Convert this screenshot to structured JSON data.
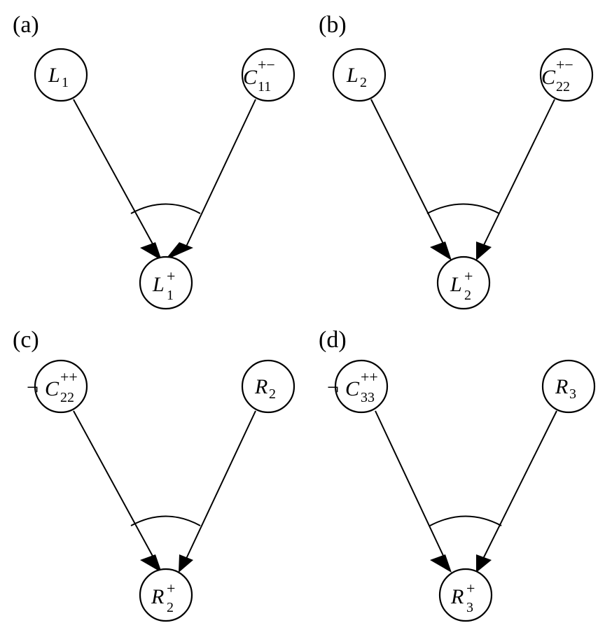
{
  "panels": [
    {
      "label": "(a)",
      "nodes": [
        {
          "role": "left",
          "negation": "",
          "main": "L",
          "sup": "",
          "sub": "1"
        },
        {
          "role": "right",
          "negation": "",
          "main": "C",
          "sup": "+−",
          "sub": "11"
        },
        {
          "role": "target",
          "negation": "",
          "main": "L",
          "sup": "+",
          "sub": "1"
        }
      ]
    },
    {
      "label": "(b)",
      "nodes": [
        {
          "role": "left",
          "negation": "",
          "main": "L",
          "sup": "",
          "sub": "2"
        },
        {
          "role": "right",
          "negation": "",
          "main": "C",
          "sup": "+−",
          "sub": "22"
        },
        {
          "role": "target",
          "negation": "",
          "main": "L",
          "sup": "+",
          "sub": "2"
        }
      ]
    },
    {
      "label": "(c)",
      "nodes": [
        {
          "role": "left",
          "negation": "¬",
          "main": "C",
          "sup": "++",
          "sub": "22"
        },
        {
          "role": "right",
          "negation": "",
          "main": "R",
          "sup": "",
          "sub": "2"
        },
        {
          "role": "target",
          "negation": "",
          "main": "R",
          "sup": "+",
          "sub": "2"
        }
      ]
    },
    {
      "label": "(d)",
      "nodes": [
        {
          "role": "left",
          "negation": "¬",
          "main": "C",
          "sup": "++",
          "sub": "33"
        },
        {
          "role": "right",
          "negation": "",
          "main": "R",
          "sup": "",
          "sub": "3"
        },
        {
          "role": "target",
          "negation": "",
          "main": "R",
          "sup": "+",
          "sub": "3"
        }
      ]
    }
  ]
}
